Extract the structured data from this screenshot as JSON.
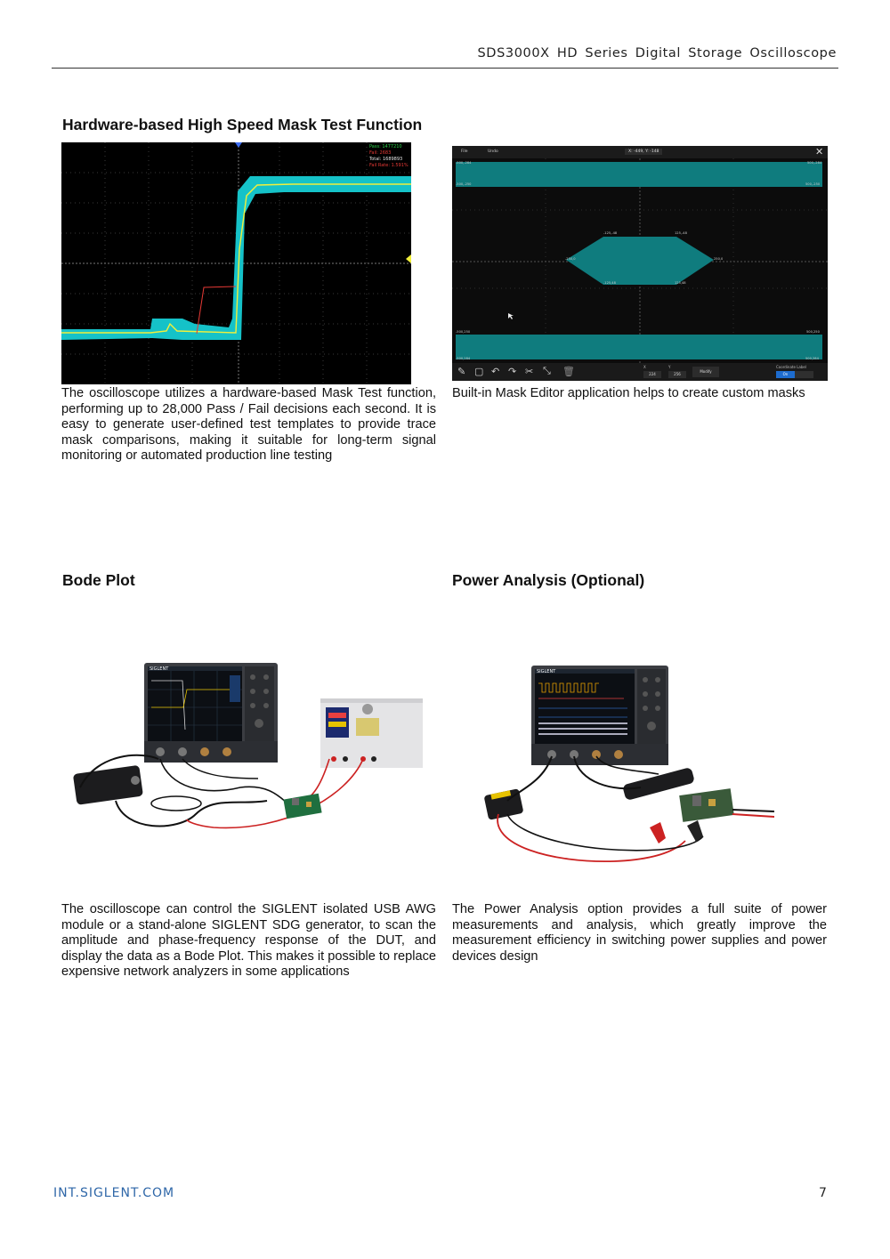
{
  "header": {
    "title": "SDS3000X HD Series Digital Storage Oscilloscope"
  },
  "sections": {
    "mask_test": {
      "heading": "Hardware-based High Speed Mask Test Function",
      "description": "The oscilloscope utilizes a hardware-based Mask Test function, performing up to 28,000 Pass / Fail decisions each second. It is easy to generate user-defined test templates to provide trace mask comparisons, making it suitable for long-term signal monitoring or automated production line testing",
      "screen": {
        "stats": [
          "Pass: 1477210",
          "Fail: 2683",
          "Total: 1689893",
          "Fail Rate: 1.591%"
        ],
        "colors": {
          "pass": "#2bd24a",
          "fail": "#e53935",
          "total": "#e6e6e6",
          "mask": "#15c2c8",
          "trace": "#f2f03a"
        }
      }
    },
    "mask_editor": {
      "description": "Built-in Mask Editor application helps to create custom masks",
      "screen": {
        "menu": [
          "File",
          "Undo"
        ],
        "coord": "X: -449, Y: -148",
        "modify_label": "Modify",
        "coordinate_label": "Coordinate Label",
        "on_label": "On",
        "x_field": {
          "label": "X",
          "value": "224"
        },
        "y_field": {
          "label": "Y",
          "value": "256"
        },
        "labels": {
          "tl": "-500,-284",
          "tr": "500,-284",
          "tl2": "-500,-250",
          "tr2": "500,-250",
          "hex_tl": "-125,-48",
          "hex_tr": "125,-48",
          "hex_l": "-250,0",
          "hex_r": "250,0",
          "hex_bl": "-125,48",
          "hex_br": "125,48",
          "bl": "-500,250",
          "br": "500,250",
          "bl2": "-500,284",
          "br2": "500,284"
        }
      }
    },
    "bode": {
      "heading": "Bode Plot",
      "description": "The oscilloscope can control the SIGLENT isolated USB AWG module or a stand-alone SIGLENT SDG generator, to scan the amplitude and phase-frequency response of the DUT, and display the data as a Bode Plot. This makes it possible to replace expensive network analyzers in some applications",
      "brand": "SIGLENT"
    },
    "power": {
      "heading": "Power Analysis (Optional)",
      "description": "The Power Analysis option provides a full suite of power measurements and analysis, which greatly improve the measurement efficiency in switching power supplies and power devices design",
      "brand": "SIGLENT"
    }
  },
  "footer": {
    "site": "INT.SIGLENT.COM",
    "page": "7"
  }
}
